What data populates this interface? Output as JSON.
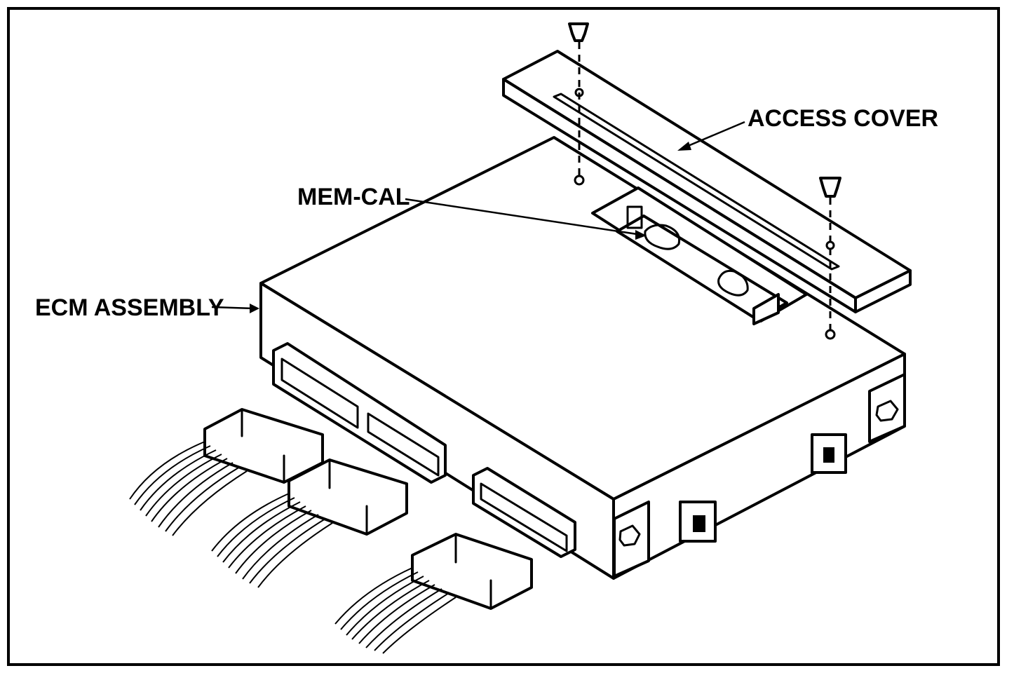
{
  "labels": {
    "access_cover": "ACCESS COVER",
    "mem_cal": "MEM-CAL",
    "ecm_assembly": "ECM ASSEMBLY"
  }
}
